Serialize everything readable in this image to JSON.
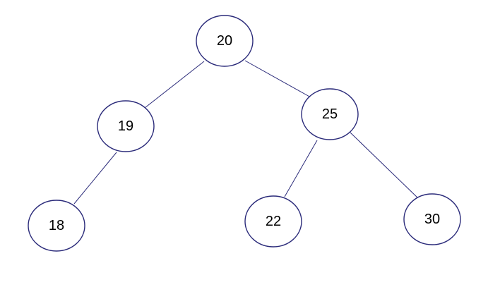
{
  "colors": {
    "edge": "#2b2b7a",
    "node_border": "#2b2b7a",
    "node_fill": "#ffffff",
    "label": "#000000",
    "background": "#ffffff"
  },
  "tree": {
    "nodes": [
      {
        "id": "n20",
        "value": "20"
      },
      {
        "id": "n19",
        "value": "19"
      },
      {
        "id": "n25",
        "value": "25"
      },
      {
        "id": "n18",
        "value": "18"
      },
      {
        "id": "n22",
        "value": "22"
      },
      {
        "id": "n30",
        "value": "30"
      }
    ],
    "edges": [
      {
        "from": "n20",
        "to": "n19"
      },
      {
        "from": "n20",
        "to": "n25"
      },
      {
        "from": "n19",
        "to": "n18"
      },
      {
        "from": "n25",
        "to": "n22"
      },
      {
        "from": "n25",
        "to": "n30"
      }
    ]
  }
}
